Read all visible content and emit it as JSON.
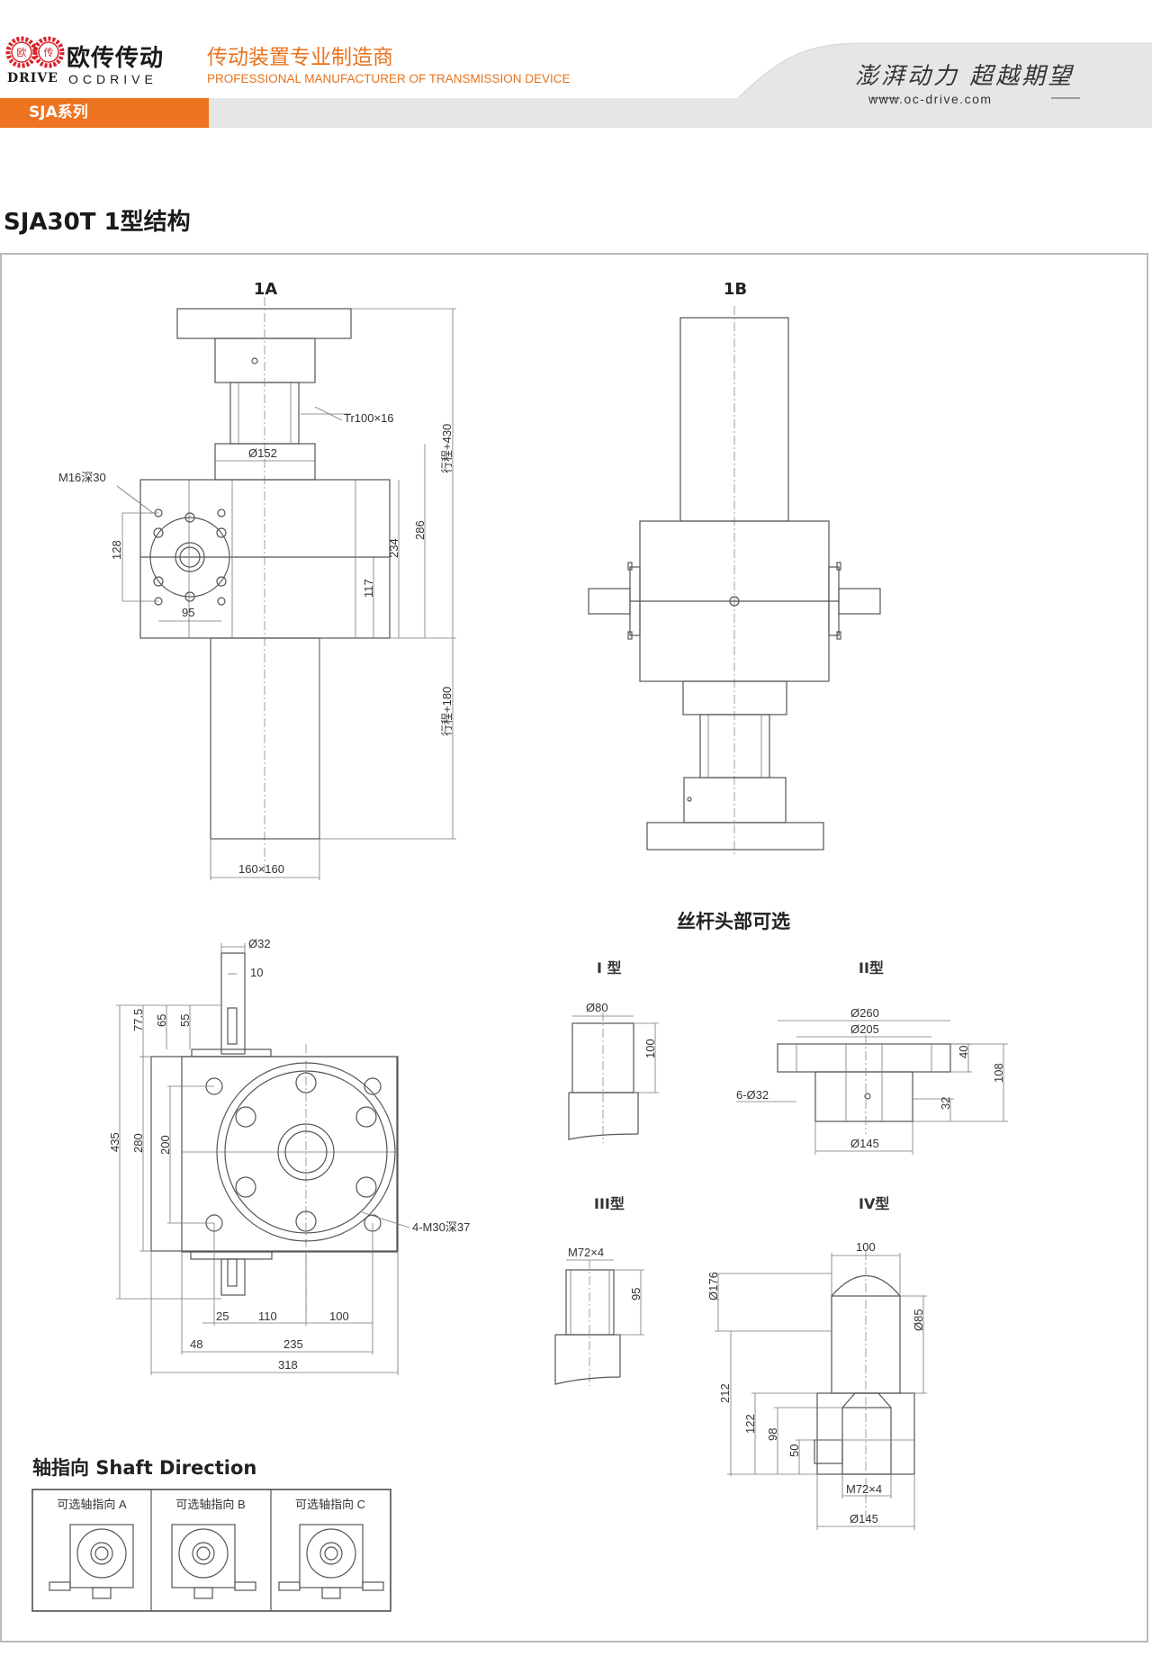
{
  "header": {
    "logo_cn": "欧传传动",
    "logo_badge_1": "欧",
    "logo_badge_2": "传",
    "logo_en_left": "DRIVE",
    "logo_en_right": "OCDRIVE",
    "slogan_cn": "传动装置专业制造商",
    "slogan_en": "PROFESSIONAL MANUFACTURER OF TRANSMISSION DEVICE",
    "series_tag": "SJA系列",
    "motto": "澎湃动力 超越期望",
    "website": "www.oc-drive.com",
    "accent_color": "#ee7320"
  },
  "page_title": "SJA30T 1型结构",
  "views": {
    "1A": {
      "label": "1A",
      "thread": "Tr100×16",
      "flange_dia": "Ø152",
      "tap_hole": "M16深30",
      "dim_128": "128",
      "dim_95": "95",
      "dim_117": "117",
      "dim_234": "234",
      "dim_286": "286",
      "stroke_up": "行程+430",
      "stroke_down": "行程+180",
      "tube": "160×160"
    },
    "1B": {
      "label": "1B"
    },
    "side": {
      "shaft_dia": "Ø32",
      "key": "10",
      "d775": "77.5",
      "d65": "65",
      "d55": "55",
      "d435": "435",
      "d280": "280",
      "d200": "200",
      "holes": "4-M30深37",
      "d25": "25",
      "d110": "110",
      "d100": "100",
      "d48": "48",
      "d235": "235",
      "d318": "318"
    }
  },
  "screw_heads": {
    "section_title": "丝杆头部可选",
    "type1": {
      "label": "I 型",
      "dia": "Ø80",
      "len": "100"
    },
    "type2": {
      "label": "II型",
      "d260": "Ø260",
      "d205": "Ø205",
      "holes": "6-Ø32",
      "h40": "40",
      "h108": "108",
      "h32": "32",
      "d145": "Ø145"
    },
    "type3": {
      "label": "III型",
      "thread": "M72×4",
      "len": "95"
    },
    "type4": {
      "label": "IV型",
      "w100": "100",
      "d176": "Ø176",
      "d85": "Ø85",
      "h212": "212",
      "h122": "122",
      "h98": "98",
      "h50": "50",
      "thread": "M72×4",
      "d145": "Ø145"
    }
  },
  "shaft_direction": {
    "title": "轴指向 Shaft Direction",
    "options": [
      "可选轴指向 A",
      "可选轴指向 B",
      "可选轴指向 C"
    ]
  }
}
